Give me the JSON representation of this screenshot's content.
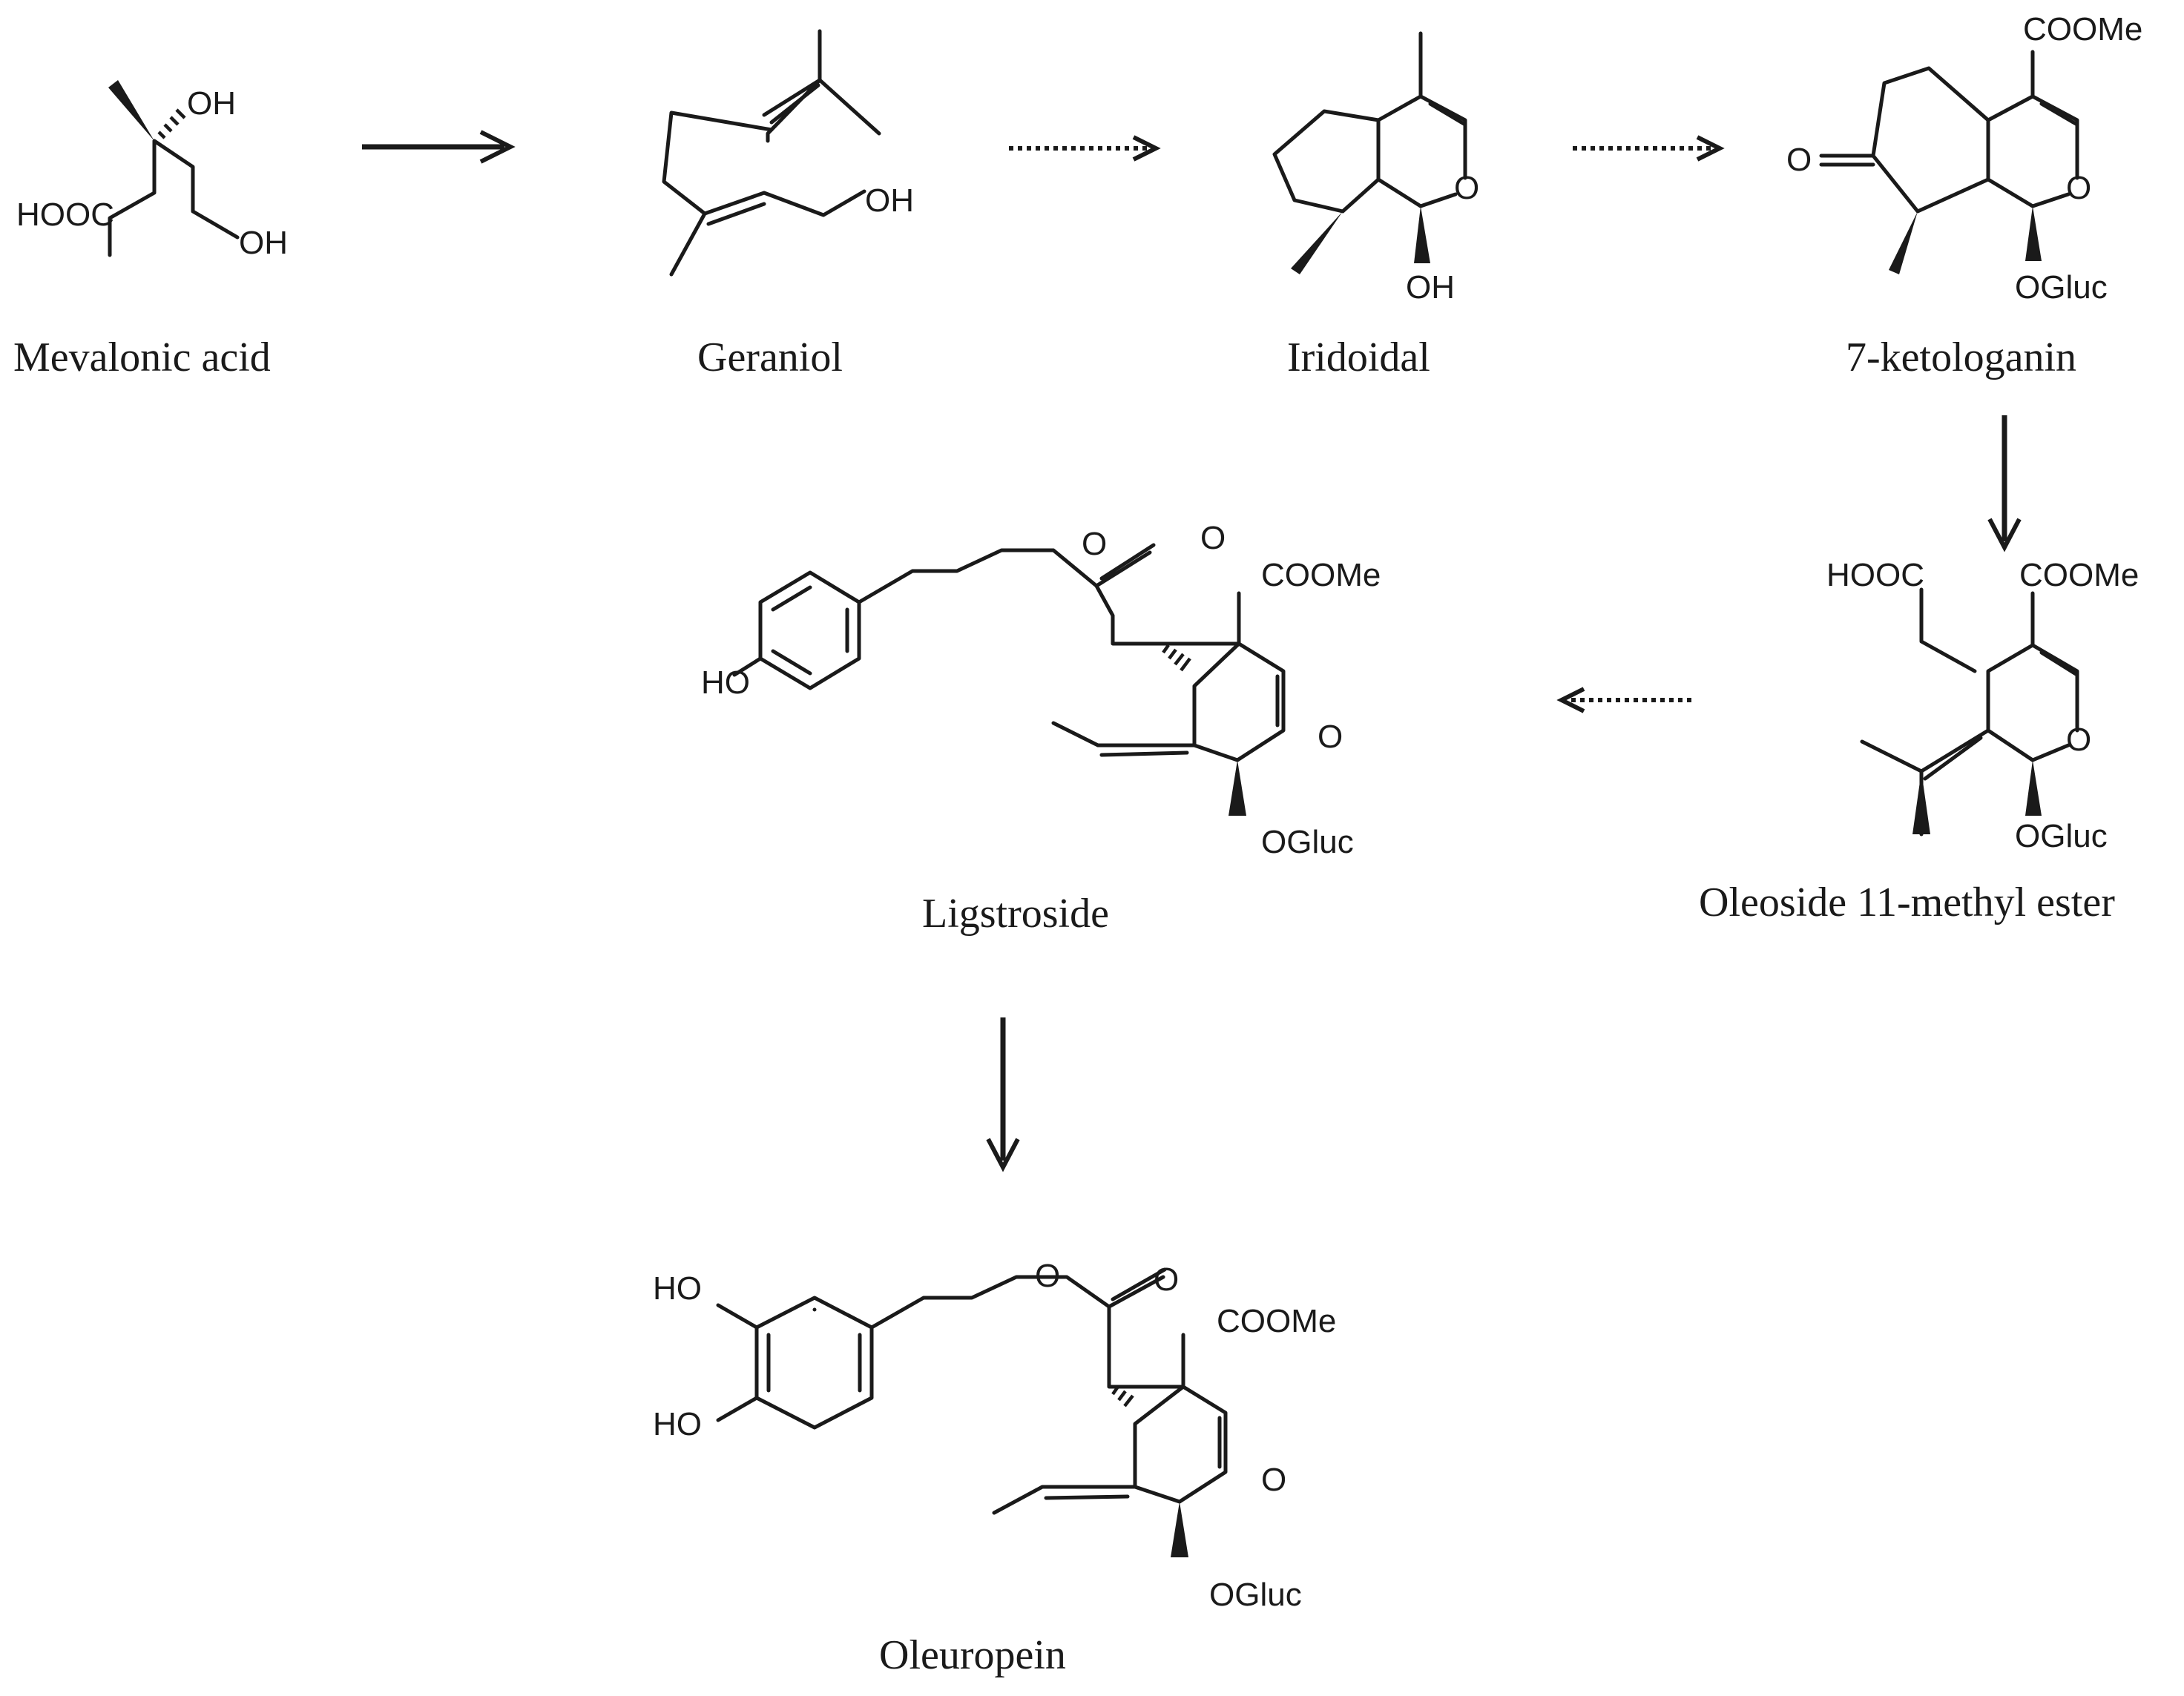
{
  "compounds": {
    "mevalonic_acid": {
      "name": "Mevalonic acid",
      "oh": "OH",
      "hooc": "HOOC",
      "oh2": "OH"
    },
    "geraniol": {
      "name": "Geraniol",
      "oh": "OH"
    },
    "iridoidal": {
      "name": "Iridoidal",
      "o": "O",
      "oh": "OH"
    },
    "ketologanin": {
      "name": "7-ketologanin",
      "coome": "COOMe",
      "o_keto": "O",
      "o_ring": "O",
      "ogluc": "OGluc"
    },
    "oleoside": {
      "name": "Oleoside 11-methyl ester",
      "hooc": "HOOC",
      "coome": "COOMe",
      "o_ring": "O",
      "ogluc": "OGluc"
    },
    "ligstroside": {
      "name": "Ligstroside",
      "ho": "HO",
      "o_ester": "O",
      "o_carbonyl": "O",
      "coome": "COOMe",
      "o_ring": "O",
      "ogluc": "OGluc"
    },
    "oleuropein": {
      "name": "Oleuropein",
      "ho1": "HO",
      "ho2": "HO",
      "o_ester": "O",
      "o_carbonyl": "O",
      "coome": "COOMe",
      "o_ring": "O",
      "ogluc": "OGluc"
    }
  },
  "arrows": [
    {
      "from": "Mevalonic acid",
      "to": "Geraniol",
      "style": "solid"
    },
    {
      "from": "Geraniol",
      "to": "Iridoidal",
      "style": "dotted"
    },
    {
      "from": "Iridoidal",
      "to": "7-ketologanin",
      "style": "dotted"
    },
    {
      "from": "7-ketologanin",
      "to": "Oleoside 11-methyl ester",
      "style": "solid"
    },
    {
      "from": "Oleoside 11-methyl ester",
      "to": "Ligstroside",
      "style": "dotted"
    },
    {
      "from": "Ligstroside",
      "to": "Oleuropein",
      "style": "solid"
    }
  ]
}
